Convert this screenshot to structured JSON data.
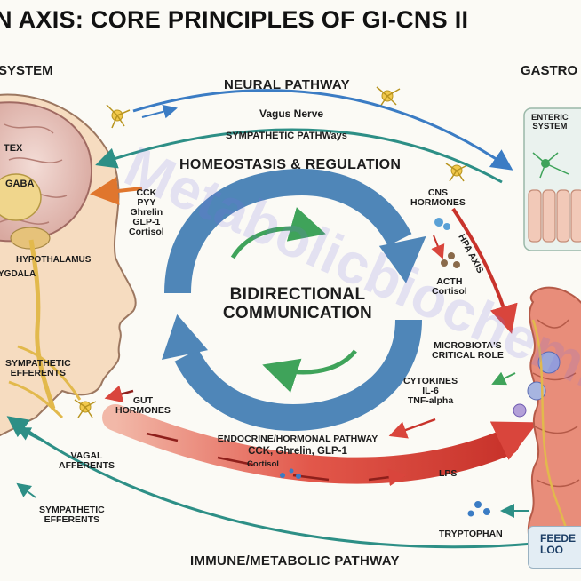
{
  "title": "N AXIS: CORE PRINCIPLES OF GI-CNS II",
  "left_header": "SYSTEM",
  "right_header": "GASTRO",
  "pathways": {
    "neural": "NEURAL PATHWAY",
    "vagus": "Vagus Nerve",
    "sympathetic": "SYMPATHETIC PATHWays",
    "homeostasis": "HOMEOSTASIS & REGULATION",
    "endocrine": "ENDOCRINE/HORMONAL PATHWAY",
    "endocrine_sub": "CCK, Ghrelin, GLP-1",
    "immune": "IMMUNE/METABOLIC PATHWAY"
  },
  "center": {
    "line1": "BIDIRECTIONAL",
    "line2": "COMMUNICATION"
  },
  "brain_labels": {
    "tex": "TEX",
    "gaba": "GABA",
    "hypothalamus": "HYPOTHALAMUS",
    "amygdala": "YGDALA"
  },
  "left_labels": {
    "sympathetic_efferents_1": "SYMPATHETIC\nEFFERENTS",
    "vagal_afferents": "VAGAL\nAFFERENTS",
    "sympathetic_efferents_2": "SYMPATHETIC\nEFFERENTS",
    "gut_hormones": "GUT\nHORMONES"
  },
  "hormones_list": "CCK\nPYY\nGhrelin\nGLP-1\nCortisol",
  "cortisol": "Cortisol",
  "right_labels": {
    "cns_hormones": "CNS\nHORMONES",
    "hpa_axis": "HPA AXIS",
    "acth": "ACTH\nCortisol",
    "microbiota": "MICROBIOTA'S\nCRITICAL ROLE",
    "cytokines": "CYTOKINES\nIL-6\nTNF-alpha",
    "lps": "LPS",
    "tryptophan": "TRYPTOPHAN",
    "enteric": "ENTERIC\nSYSTEM",
    "feedback": "FEEDE\nLOO"
  },
  "watermark": "Metabolicbiochemistry",
  "colors": {
    "big_arrow": "#4f86b8",
    "neural_blue": "#3b7cc4",
    "teal": "#2d8f86",
    "red": "#d9453c",
    "orange": "#e0762d",
    "green": "#3fa35a",
    "skin": "#f6dcc0",
    "brain": "#e9c9c2",
    "gut": "#e88d7a"
  }
}
